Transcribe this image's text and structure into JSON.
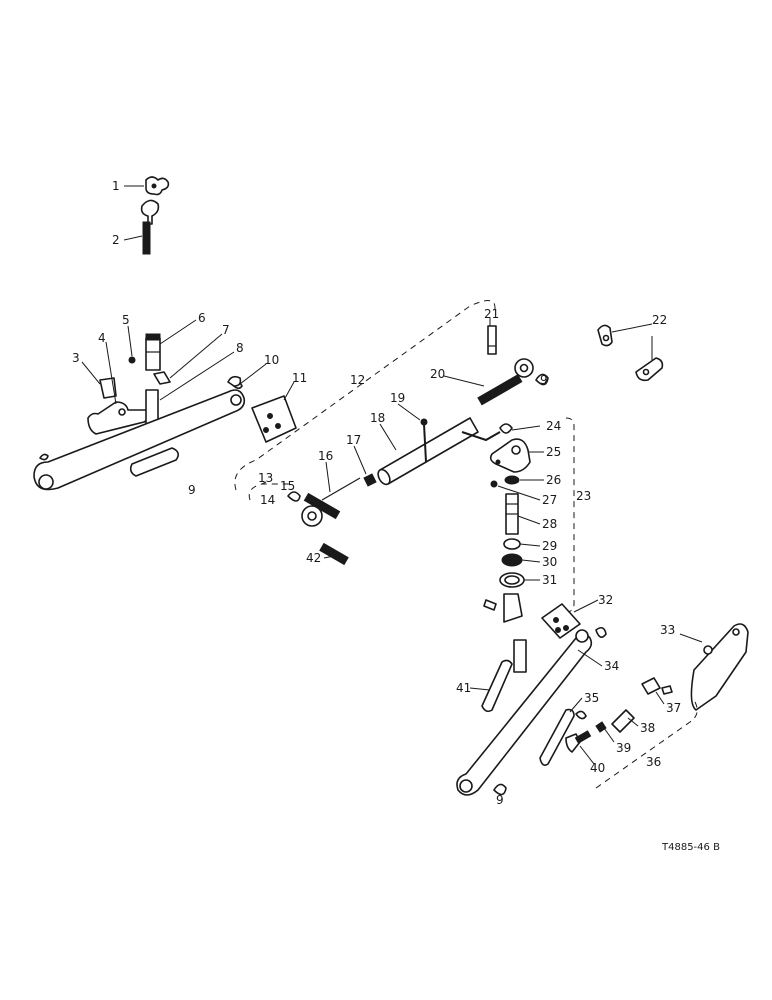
{
  "diagram": {
    "reference_code": "T4885-46 B",
    "labels": [
      "1",
      "2",
      "3",
      "4",
      "5",
      "6",
      "7",
      "8",
      "9",
      "10",
      "11",
      "12",
      "13",
      "14",
      "15",
      "16",
      "17",
      "18",
      "19",
      "20",
      "21",
      "22",
      "23",
      "24",
      "25",
      "26",
      "27",
      "28",
      "29",
      "30",
      "31",
      "32",
      "33",
      "34",
      "35",
      "36",
      "37",
      "38",
      "39",
      "40",
      "41",
      "42"
    ],
    "extra_labels": {
      "nine_b": "9",
      "nine_c": "9"
    },
    "stroke_color": "#1a1a1a",
    "background": "#ffffff"
  }
}
